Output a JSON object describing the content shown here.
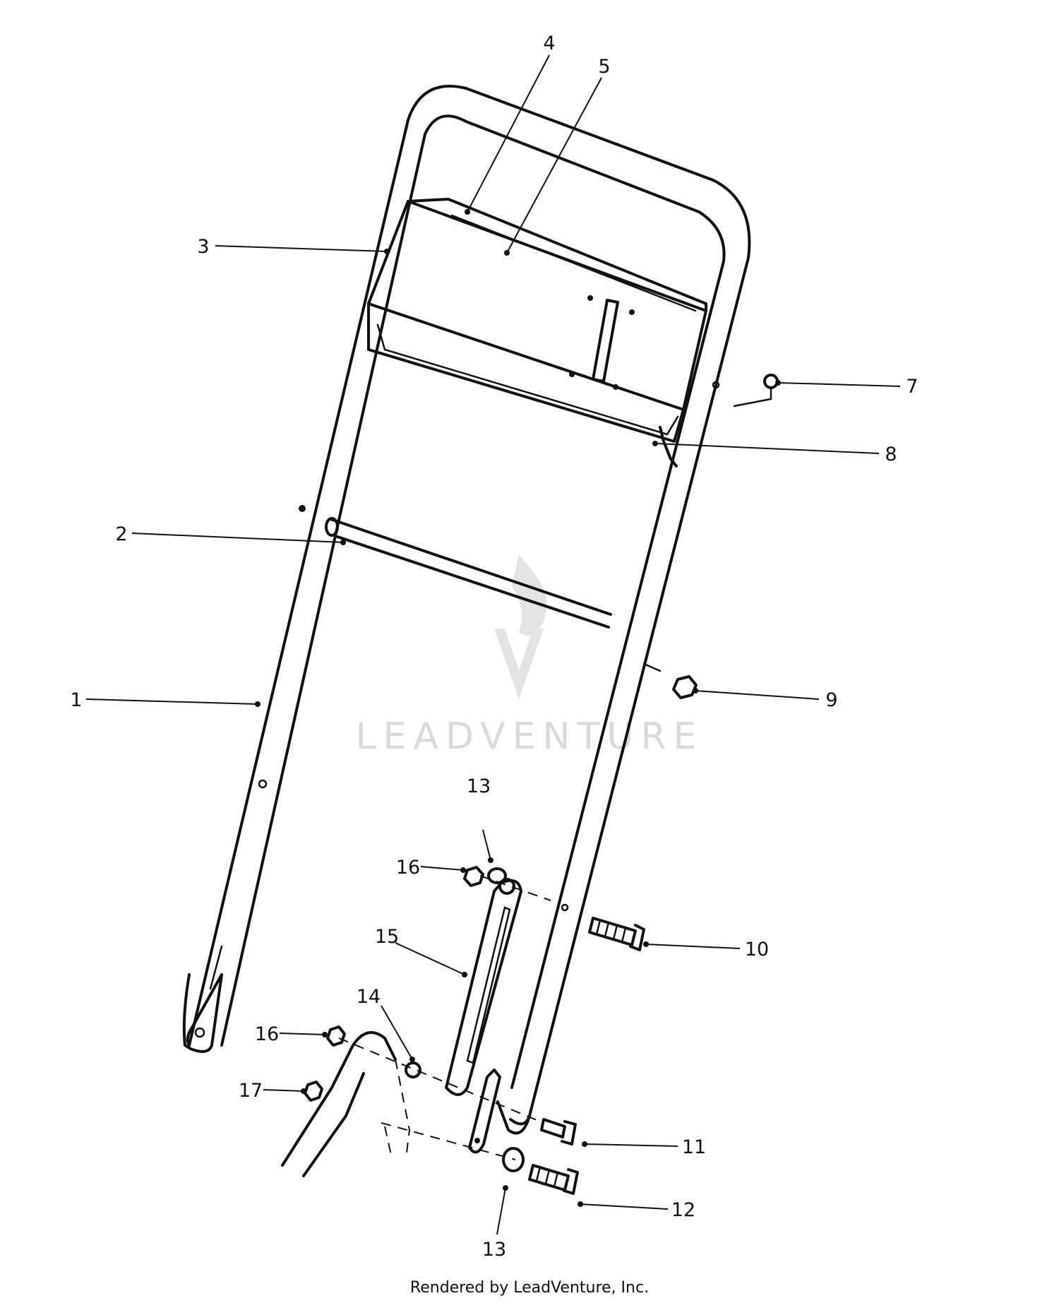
{
  "diagram": {
    "callouts": [
      {
        "id": "c1",
        "label": "1"
      },
      {
        "id": "c2",
        "label": "2"
      },
      {
        "id": "c3",
        "label": "3"
      },
      {
        "id": "c4",
        "label": "4"
      },
      {
        "id": "c5",
        "label": "5"
      },
      {
        "id": "c7",
        "label": "7"
      },
      {
        "id": "c8",
        "label": "8"
      },
      {
        "id": "c9",
        "label": "9"
      },
      {
        "id": "c10",
        "label": "10"
      },
      {
        "id": "c11",
        "label": "11"
      },
      {
        "id": "c12",
        "label": "12"
      },
      {
        "id": "c13a",
        "label": "13"
      },
      {
        "id": "c13b",
        "label": "13"
      },
      {
        "id": "c14",
        "label": "14"
      },
      {
        "id": "c15",
        "label": "15"
      },
      {
        "id": "c16a",
        "label": "16"
      },
      {
        "id": "c16b",
        "label": "16"
      },
      {
        "id": "c17",
        "label": "17"
      }
    ],
    "footer": "Rendered by LeadVenture, Inc.",
    "watermark": "LEADVENTURE"
  },
  "colors": {
    "ink": "#111111",
    "background": "#ffffff",
    "watermark": "#d9d9d9"
  }
}
